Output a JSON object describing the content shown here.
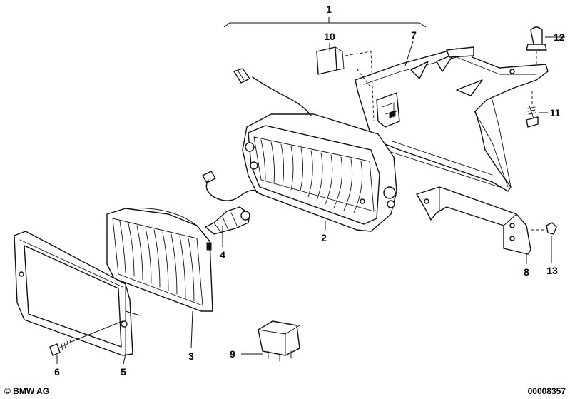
{
  "diagram": {
    "callouts": [
      "1",
      "2",
      "3",
      "4",
      "5",
      "6",
      "7",
      "8",
      "9",
      "10",
      "11",
      "12",
      "13"
    ],
    "copyright": "© BMW AG",
    "code": "00008357"
  },
  "colors": {
    "ink": "#111111",
    "paper": "#ffffff"
  }
}
